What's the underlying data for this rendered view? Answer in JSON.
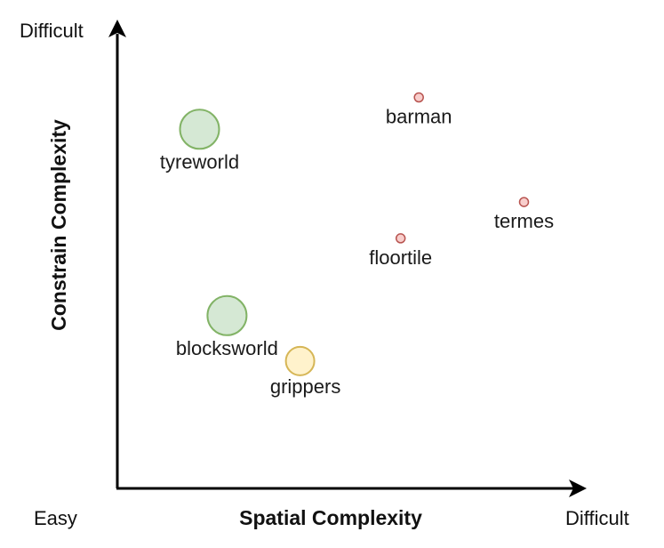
{
  "diagram": {
    "x_axis_title": "Spatial Complexity",
    "y_axis_title": "Constrain Complexity",
    "y_top_label": "Difficult",
    "x_right_label": "Difficult",
    "origin_label": "Easy"
  },
  "chart_data": {
    "type": "scatter",
    "xlabel": "Spatial Complexity",
    "ylabel": "Constrain Complexity",
    "points": [
      {
        "label": "tyreworld",
        "x": 0.18,
        "y": 0.79,
        "size": "large",
        "color": "green"
      },
      {
        "label": "blocksworld",
        "x": 0.24,
        "y": 0.38,
        "size": "large",
        "color": "green"
      },
      {
        "label": "grippers",
        "x": 0.4,
        "y": 0.28,
        "size": "medium",
        "color": "yellow"
      },
      {
        "label": "barman",
        "x": 0.66,
        "y": 0.86,
        "size": "small",
        "color": "red"
      },
      {
        "label": "floortile",
        "x": 0.62,
        "y": 0.55,
        "size": "small",
        "color": "red"
      },
      {
        "label": "termes",
        "x": 0.89,
        "y": 0.63,
        "size": "small",
        "color": "red"
      }
    ],
    "styles": {
      "green": {
        "fill": "#d5e8d4",
        "stroke": "#82b366"
      },
      "yellow": {
        "fill": "#fff2cc",
        "stroke": "#d6b656"
      },
      "red": {
        "fill": "#f8cecc",
        "stroke": "#b85450"
      }
    }
  }
}
